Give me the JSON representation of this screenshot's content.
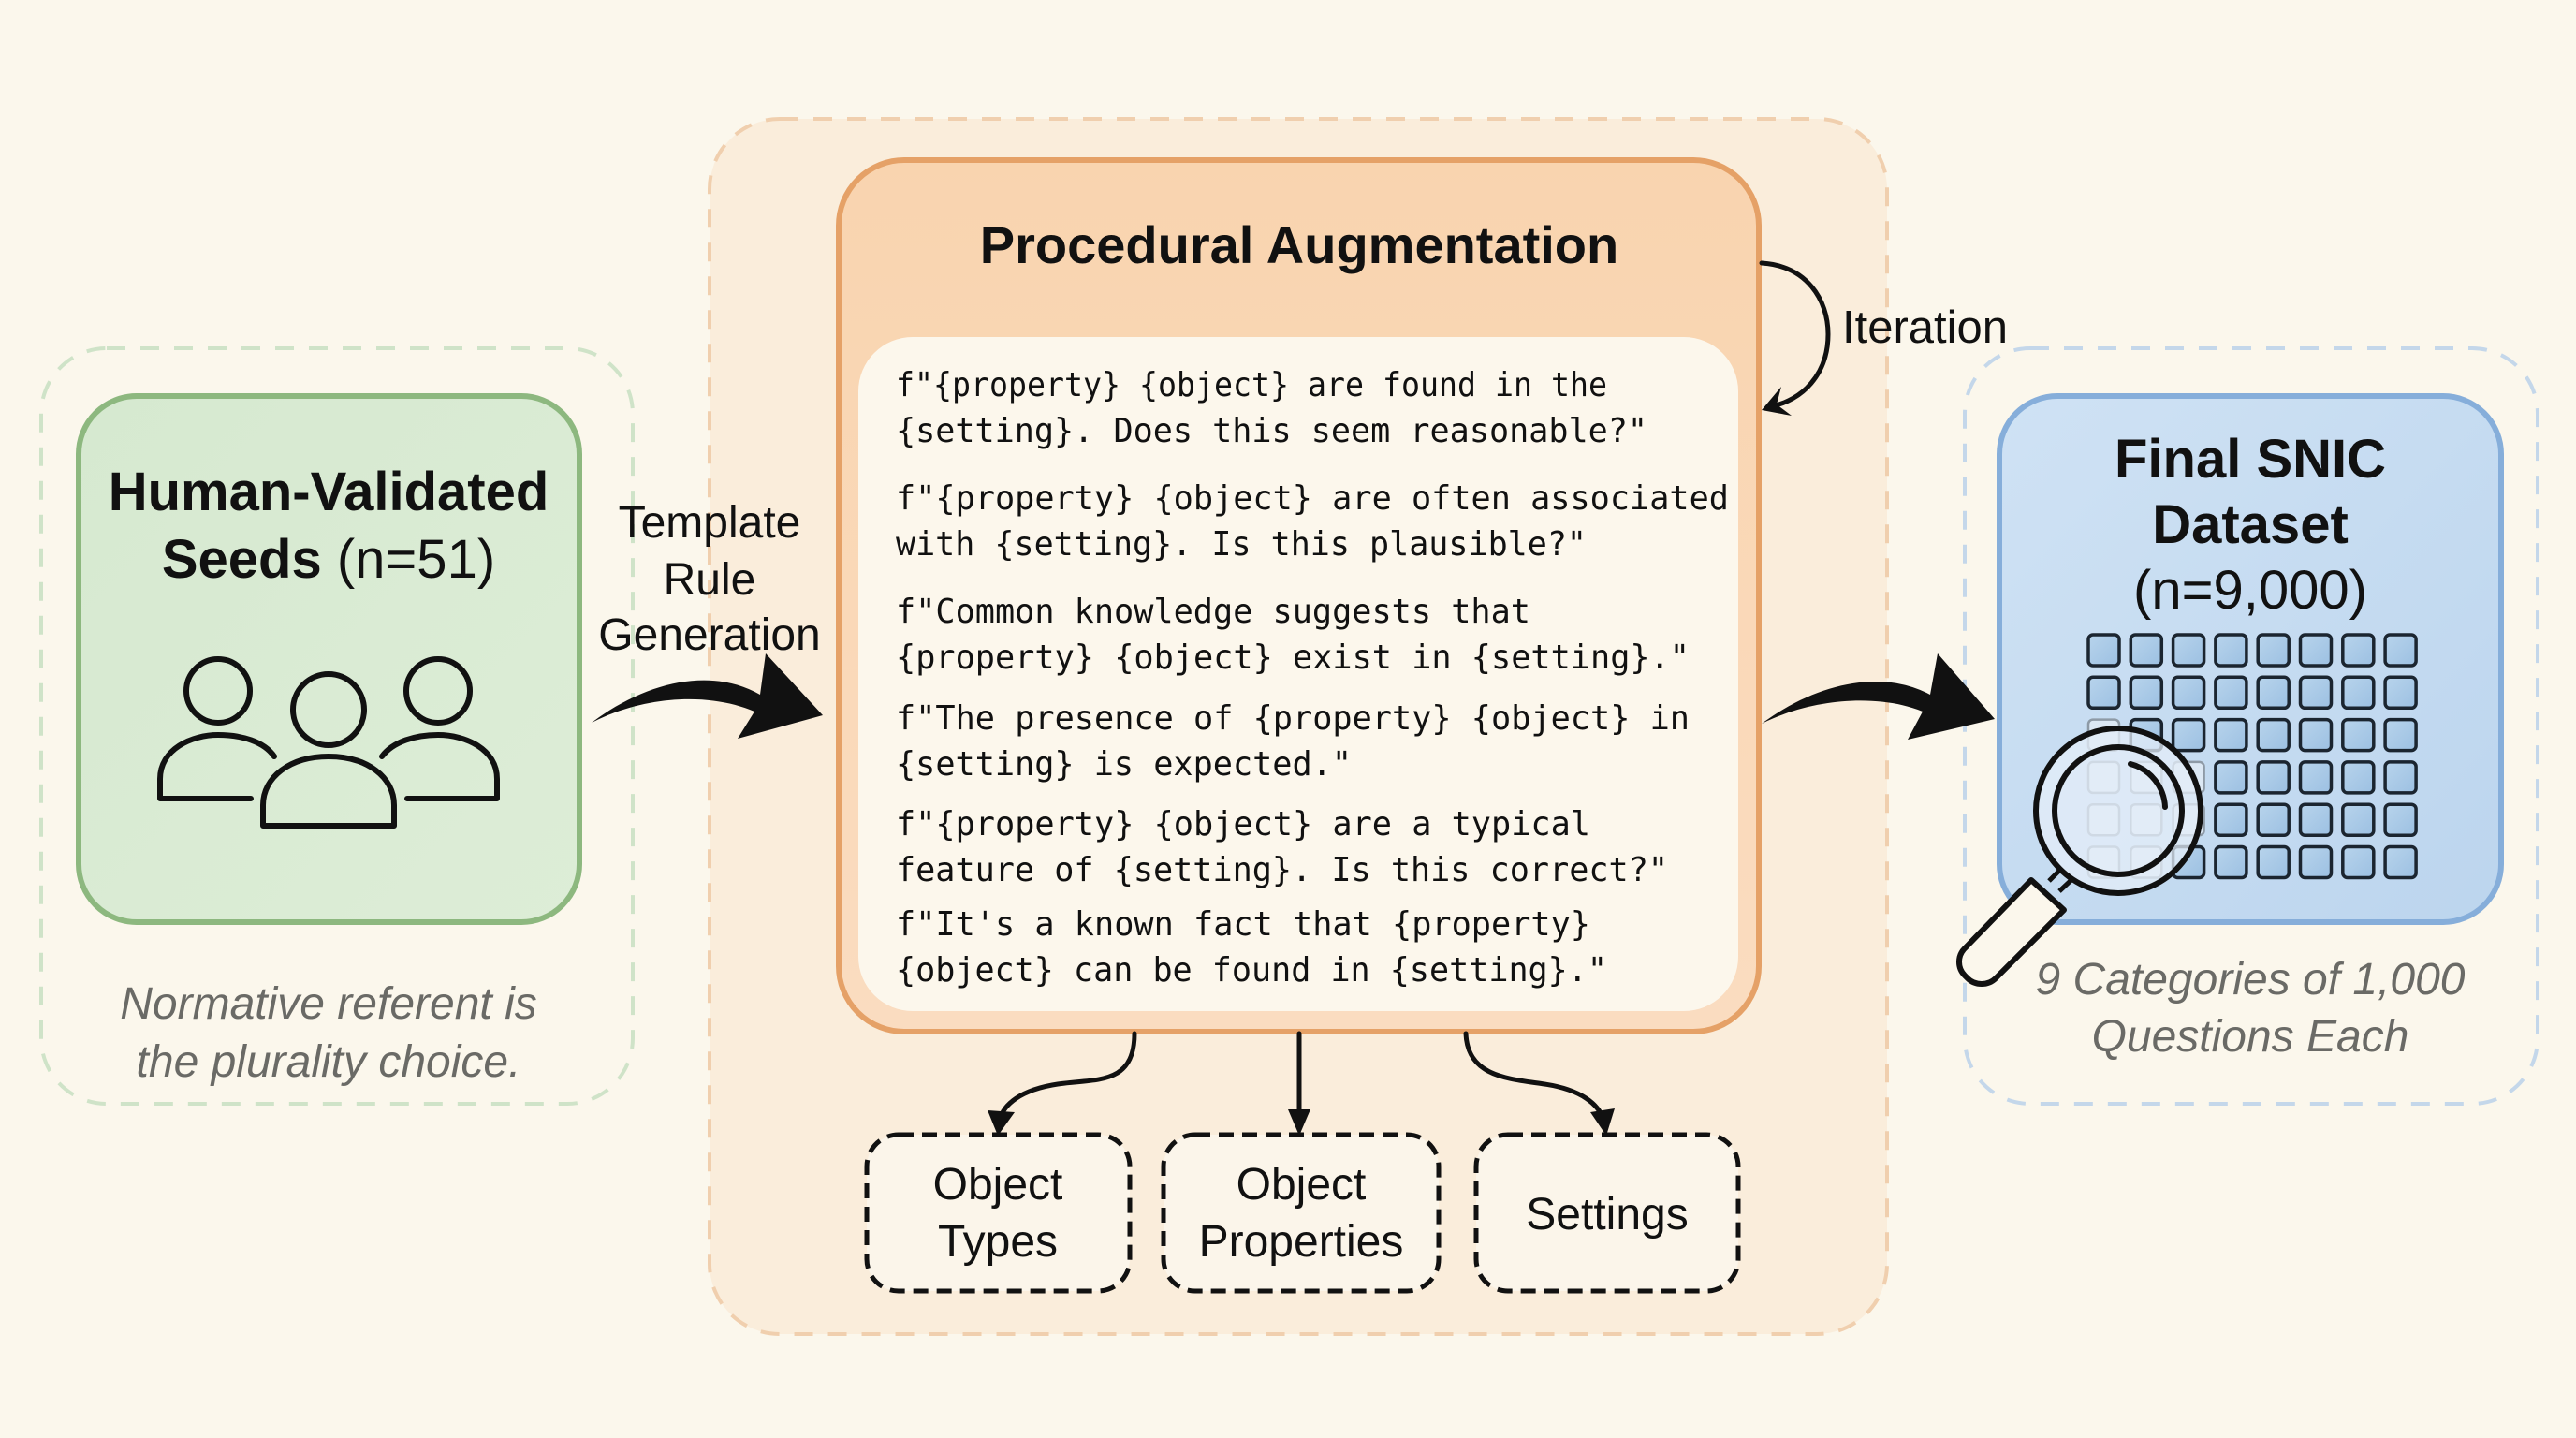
{
  "colors": {
    "background": "#FBF7EC",
    "seed_fill": "#D9EAD3",
    "seed_border": "#8DB87F",
    "seed_frame": "#CFE3C8",
    "aug_panel_fill": "#FAEAD7",
    "aug_panel_border": "#F0CFAE",
    "aug_box_fill": "#F9D5B2",
    "aug_box_border": "#E5A167",
    "code_panel_fill": "#FCF7EC",
    "dataset_fill": "#C8DDF1",
    "dataset_border": "#86AEDA",
    "dataset_frame": "#C4D7EA",
    "grid_cell_fill": "#A9C9E6",
    "ink": "#111111",
    "caption": "#6A6A66"
  },
  "seeds": {
    "title_line1": "Human-Validated",
    "title_bold2": "Seeds",
    "title_count": " (n=51)",
    "icon": "people-group-icon",
    "caption_line1": "Normative referent is",
    "caption_line2": "the plurality choice."
  },
  "edge_template": {
    "lines": [
      "Template",
      "Rule",
      "Generation"
    ]
  },
  "augmentation": {
    "title": "Procedural Augmentation",
    "iteration_label": "Iteration",
    "templates": [
      [
        "f\"{property} {object} are found in the",
        "{setting}. Does this seem reasonable?\""
      ],
      [
        "f\"{property} {object} are often associated",
        "with {setting}. Is this plausible?\""
      ],
      [
        "f\"Common knowledge suggests that",
        "{property} {object} exist in {setting}.\""
      ],
      [
        "f\"The presence of {property} {object} in",
        "{setting} is expected.\""
      ],
      [
        "f\"{property} {object} are a typical",
        "feature of {setting}. Is this correct?\""
      ],
      [
        "f\"It's a known fact that {property}",
        "{object} can be found in {setting}.\""
      ]
    ],
    "components": [
      {
        "lines": [
          "Object",
          "Types"
        ]
      },
      {
        "lines": [
          "Object",
          "Properties"
        ]
      },
      {
        "lines": [
          "Settings"
        ]
      }
    ]
  },
  "dataset": {
    "title_line1": "Final SNIC",
    "title_line2": "Dataset",
    "count": "(n=9,000)",
    "icon": "magnifier-over-grid-icon",
    "grid": {
      "columns": 8,
      "rows": 6
    },
    "caption_line1": "9 Categories of 1,000",
    "caption_line2": "Questions Each"
  }
}
